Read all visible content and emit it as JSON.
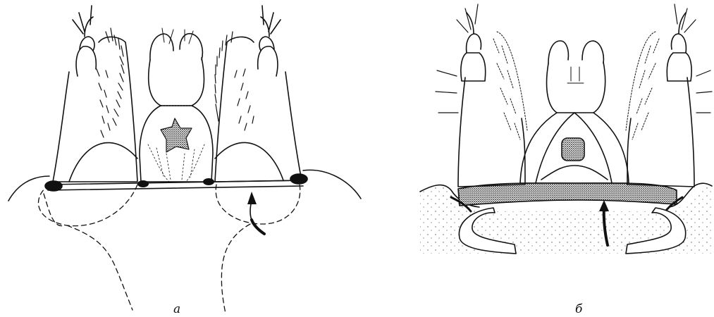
{
  "figure": {
    "panels": [
      {
        "id": "a",
        "label": "а"
      },
      {
        "id": "b",
        "label": "б"
      }
    ]
  },
  "colors": {
    "ink": "#111111",
    "stipple": "#555555",
    "background": "#ffffff"
  }
}
